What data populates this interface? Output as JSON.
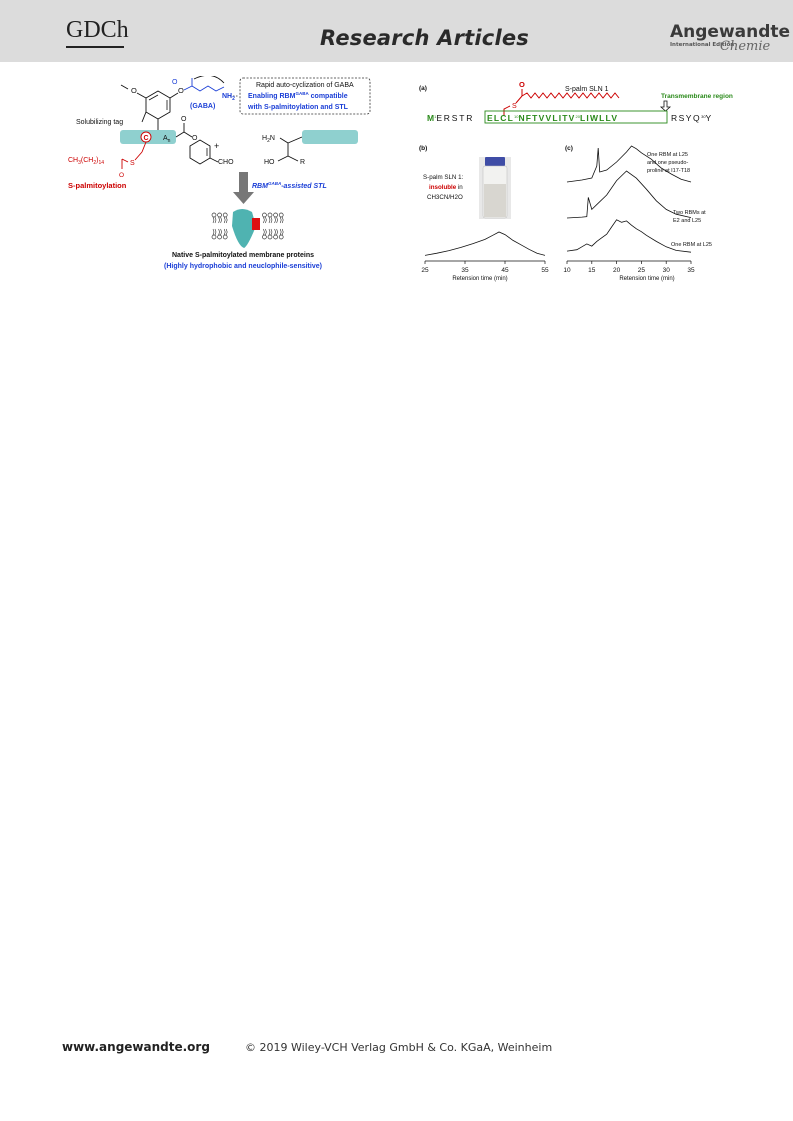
{
  "header": {
    "publisher_logo": "GDCh",
    "section": "Research Articles",
    "journal_line1": "Angewandte",
    "journal_line2": "International Edition",
    "journal_line3": "Chemie"
  },
  "scheme": {
    "gaba_note_line1": "Rapid auto-cyclization of GABA",
    "gaba_note_line2a": "Enabling RBM",
    "gaba_note_sup": "GABA",
    "gaba_note_line2b": " compatible",
    "gaba_note_line3": "with S-palmitoylation and STL",
    "nh2_label": "NH",
    "nh2_sub": "2",
    "gaba_label": "(GABA)",
    "o_label": "O",
    "methoxy_label": "O",
    "solubilizing_label": "Solubilizing tag",
    "c_residue": "C",
    "an_residue": "A",
    "an_sub": "n",
    "cho_label": "CHO",
    "plus": "+",
    "h2n_label": "H",
    "h2n_sub": "2",
    "h2n_n": "N",
    "ho_label": "HO",
    "r_label": "R",
    "palm_chain_a": "CH",
    "palm_chain_sub1": "3",
    "palm_chain_b": "(CH",
    "palm_chain_sub2": "2",
    "palm_chain_c": ")",
    "palm_chain_sub3": "14",
    "s_label": "S",
    "carbonyl_o": "O",
    "palmitoylation_label": "S-palmitoylation",
    "arrow_label_a": "RBM",
    "arrow_label_sup": "GABA",
    "arrow_label_b": "-assisted STL",
    "product_line1": "Native S-palmitoylated  membrane proteins",
    "product_line2": "(Highly hydrophobic and neuclophile-sensitive)"
  },
  "figure": {
    "panel_a": "(a)",
    "panel_b": "(b)",
    "panel_c": "(c)",
    "peptide_name": "S-palm SLN  1",
    "carbonyl_o": "O",
    "s_label": "S",
    "tm_label": "Transmembrane  region",
    "seq_m": "M",
    "seq_m_sup": "1",
    "seq_pre": "ERSTR",
    "seq_tm1": "ELCL",
    "seq_sup10": "10",
    "seq_tm2": "NFTVVLITV",
    "seq_sup20": "20",
    "seq_tm3": "LIWLLV",
    "seq_post": "RSYQ",
    "seq_sup30": "30",
    "seq_end": "Y",
    "b_label_line1": "S-palm SLN 1:",
    "b_label_line2": "insoluble",
    "b_label_line2b": " in",
    "b_label_line3": "CH3CN/H2O",
    "b_ticks": [
      "25",
      "35",
      "45",
      "55"
    ],
    "b_xlabel": "Retension time (min)",
    "c_trace1_line1": "One RBM at L25",
    "c_trace1_line2": "and one pseudo-",
    "c_trace1_line3": "proline at I17-T18",
    "c_trace2_line1": "Two RBMs at",
    "c_trace2_line2": "E2 and L25",
    "c_trace3_line1": "One RBM at L25",
    "c_ticks": [
      "10",
      "15",
      "20",
      "25",
      "30",
      "35"
    ],
    "c_xlabel": "Retension time (min)"
  },
  "chart_data": [
    {
      "type": "line",
      "panel": "(b)",
      "xlabel": "Retension time (min)",
      "xlim": [
        25,
        55
      ],
      "xticks": [
        25,
        35,
        45,
        55
      ],
      "series": [
        {
          "name": "",
          "x": [
            25,
            28,
            31,
            34,
            37,
            40,
            42,
            43.5,
            45,
            47,
            49,
            51,
            53,
            55
          ],
          "y": [
            0.05,
            0.12,
            0.2,
            0.3,
            0.42,
            0.55,
            0.68,
            0.78,
            0.7,
            0.52,
            0.38,
            0.24,
            0.12,
            0.05
          ]
        }
      ]
    },
    {
      "type": "line",
      "panel": "(c)",
      "xlabel": "Retension time (min)",
      "xlim": [
        10,
        35
      ],
      "xticks": [
        10,
        15,
        20,
        25,
        30,
        35
      ],
      "series": [
        {
          "name": "One RBM at L25 and one pseudo-proline at I17-T18",
          "x": [
            10,
            13,
            15,
            16,
            16.3,
            16.6,
            18,
            20,
            22,
            23,
            24,
            25,
            27,
            29,
            31,
            33,
            35
          ],
          "y": [
            0.05,
            0.1,
            0.15,
            0.45,
            0.9,
            0.3,
            0.35,
            0.55,
            0.8,
            0.95,
            0.88,
            0.78,
            0.62,
            0.4,
            0.25,
            0.12,
            0.05
          ]
        },
        {
          "name": "Two RBMs at E2 and L25",
          "x": [
            10,
            13,
            14,
            14.3,
            15,
            16,
            18,
            20,
            22,
            24,
            26,
            28,
            30,
            32,
            35
          ],
          "y": [
            0.02,
            0.04,
            0.05,
            0.45,
            0.2,
            0.3,
            0.5,
            0.8,
            1.0,
            0.85,
            0.62,
            0.38,
            0.2,
            0.1,
            0.03
          ]
        },
        {
          "name": "One RBM at L25",
          "x": [
            10,
            12,
            13,
            14,
            15,
            16,
            17,
            18,
            19,
            20,
            21,
            22,
            23,
            24,
            25,
            26,
            28,
            30,
            32,
            35
          ],
          "y": [
            0.08,
            0.12,
            0.2,
            0.28,
            0.22,
            0.35,
            0.45,
            0.55,
            0.75,
            0.95,
            0.88,
            0.92,
            0.8,
            0.7,
            0.62,
            0.52,
            0.35,
            0.2,
            0.1,
            0.05
          ]
        }
      ]
    }
  ],
  "footer": {
    "url": "www.angewandte.org",
    "copyright": "© 2019 Wiley-VCH Verlag GmbH & Co. KGaA, Weinheim"
  }
}
